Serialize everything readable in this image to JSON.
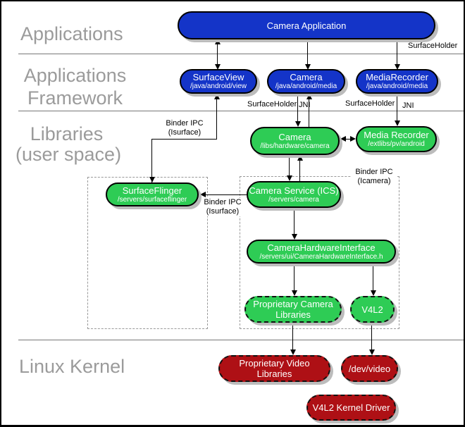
{
  "layers": {
    "applications": "Applications",
    "framework_line1": "Applications",
    "framework_line2": "Framework",
    "libraries_line1": "Libraries",
    "libraries_line2": "(user space)",
    "kernel": "Linux Kernel"
  },
  "nodes": {
    "camera_app": {
      "label": "Camera Application"
    },
    "surface_view": {
      "label": "SurfaceView",
      "path": "/java/android/view"
    },
    "camera_fw": {
      "label": "Camera",
      "path": "/java/android/media"
    },
    "media_recorder_fw": {
      "label": "MediaRecorder",
      "path": "/java/android/media"
    },
    "camera_lib": {
      "label": "Camera",
      "path": "/libs/hardware/camera"
    },
    "media_recorder_lib": {
      "label": "Media Recorder",
      "path": "/extlibs/pv/android"
    },
    "surface_flinger": {
      "label": "SurfaceFlinger",
      "path": "/servers/surfaceflinger"
    },
    "camera_service": {
      "label": "Camera Service (ICS)",
      "path": "/servers/camera"
    },
    "camera_hw_interface": {
      "label": "CameraHardwareInterface",
      "path": "/servers/ui/CameraHardwareInterface.h"
    },
    "proprietary_camera_libs": {
      "label": "Proprietary Camera Libraries"
    },
    "v4l2": {
      "label": "V4L2"
    },
    "proprietary_video_libs": {
      "label": "Proprietary Video Libraries"
    },
    "dev_video": {
      "label": "/dev/video"
    },
    "v4l2_kernel_driver": {
      "label": "V4L2 Kernel Driver"
    }
  },
  "edge_labels": {
    "surface_holder_top": "SurfaceHolder",
    "surface_holder_camera": "SurfaceHolder",
    "jni_camera": "JNI",
    "surface_holder_media_recorder": "SurfaceHolder",
    "jni_media_recorder": "JNI",
    "binder_ipc_isurface_upper_l1": "Binder IPC",
    "binder_ipc_isurface_upper_l2": "(Isurface)",
    "binder_ipc_isurface_mid_l1": "Binder IPC",
    "binder_ipc_isurface_mid_l2": "(Isurface)",
    "binder_ipc_icamera_l1": "Binder IPC",
    "binder_ipc_icamera_l2": "(Icamera)"
  },
  "colors": {
    "framework_blue": "#1434c8",
    "library_green": "#2ecc55",
    "kernel_red": "#ae1015",
    "layer_label_gray": "#9b9b9b",
    "shadow_gray": "#bcbcbc"
  }
}
